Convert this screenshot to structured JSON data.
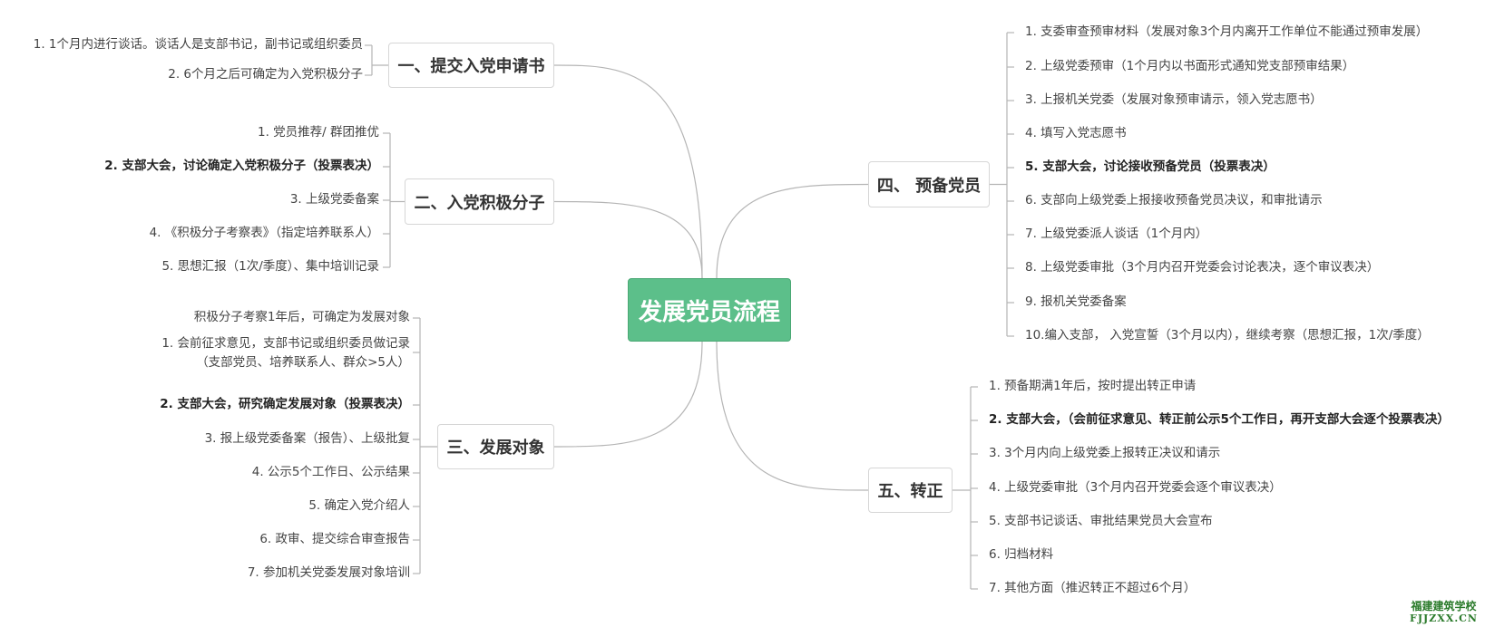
{
  "root": {
    "title": "发展党员流程"
  },
  "branches": [
    {
      "title": "一、提交入党申请书",
      "items": [
        {
          "text": "1. 1个月内进行谈话。谈话人是支部书记，副书记或组织委员",
          "bold": false
        },
        {
          "text": "2. 6个月之后可确定为入党积极分子",
          "bold": false
        }
      ]
    },
    {
      "title": "二、入党积极分子",
      "items": [
        {
          "text": "1. 党员推荐/ 群团推优",
          "bold": false
        },
        {
          "text": "2. 支部大会，讨论确定入党积极分子（投票表决）",
          "bold": true
        },
        {
          "text": "3. 上级党委备案",
          "bold": false
        },
        {
          "text": "4. 《积极分子考察表》（指定培养联系人）",
          "bold": false
        },
        {
          "text": "5. 思想汇报（1次/季度）、集中培训记录",
          "bold": false
        }
      ]
    },
    {
      "title": "三、发展对象",
      "items": [
        {
          "text": "积极分子考察1年后，可确定为发展对象",
          "bold": false
        },
        {
          "text": "1. 会前征求意见，支部书记或组织委员做记录",
          "text2": "（支部党员、培养联系人、群众>5人）",
          "bold": false
        },
        {
          "text": "2. 支部大会，研究确定发展对象（投票表决）",
          "bold": true
        },
        {
          "text": "3. 报上级党委备案（报告）、上级批复",
          "bold": false
        },
        {
          "text": "4. 公示5个工作日、公示结果",
          "bold": false
        },
        {
          "text": "5. 确定入党介绍人",
          "bold": false
        },
        {
          "text": "6. 政审、提交综合审查报告",
          "bold": false
        },
        {
          "text": "7. 参加机关党委发展对象培训",
          "bold": false
        }
      ]
    },
    {
      "title": "四、 预备党员",
      "items": [
        {
          "text": "1. 支委审查预审材料（发展对象3个月内离开工作单位不能通过预审发展）",
          "bold": false
        },
        {
          "text": "2. 上级党委预审（1个月内以书面形式通知党支部预审结果）",
          "bold": false
        },
        {
          "text": "3. 上报机关党委（发展对象预审请示，领入党志愿书）",
          "bold": false
        },
        {
          "text": "4. 填写入党志愿书",
          "bold": false
        },
        {
          "text": "5. 支部大会，讨论接收预备党员（投票表决）",
          "bold": true
        },
        {
          "text": "6. 支部向上级党委上报接收预备党员决议，和审批请示",
          "bold": false
        },
        {
          "text": "7. 上级党委派人谈话（1个月内）",
          "bold": false
        },
        {
          "text": "8. 上级党委审批（3个月内召开党委会讨论表决，逐个审议表决）",
          "bold": false
        },
        {
          "text": "9. 报机关党委备案",
          "bold": false
        },
        {
          "text": "10.编入支部， 入党宣誓（3个月以内），继续考察（思想汇报，1次/季度）",
          "bold": false
        }
      ]
    },
    {
      "title": "五、转正",
      "items": [
        {
          "text": "1. 预备期满1年后，按时提出转正申请",
          "bold": false
        },
        {
          "text": "2. 支部大会，（会前征求意见、转正前公示5个工作日，再开支部大会逐个投票表决）",
          "bold": true
        },
        {
          "text": "3. 3个月内向上级党委上报转正决议和请示",
          "bold": false
        },
        {
          "text": "4. 上级党委审批（3个月内召开党委会逐个审议表决）",
          "bold": false
        },
        {
          "text": "5. 支部书记谈话、审批结果党员大会宣布",
          "bold": false
        },
        {
          "text": "6. 归档材料",
          "bold": false
        },
        {
          "text": "7. 其他方面（推迟转正不超过6个月）",
          "bold": false
        }
      ]
    }
  ],
  "watermark": {
    "line1": "福建建筑学校",
    "line2": "FJJZXX.CN"
  },
  "colors": {
    "root_fill": "#5cbf8a",
    "line": "#b5b5b5",
    "text": "#444444"
  }
}
